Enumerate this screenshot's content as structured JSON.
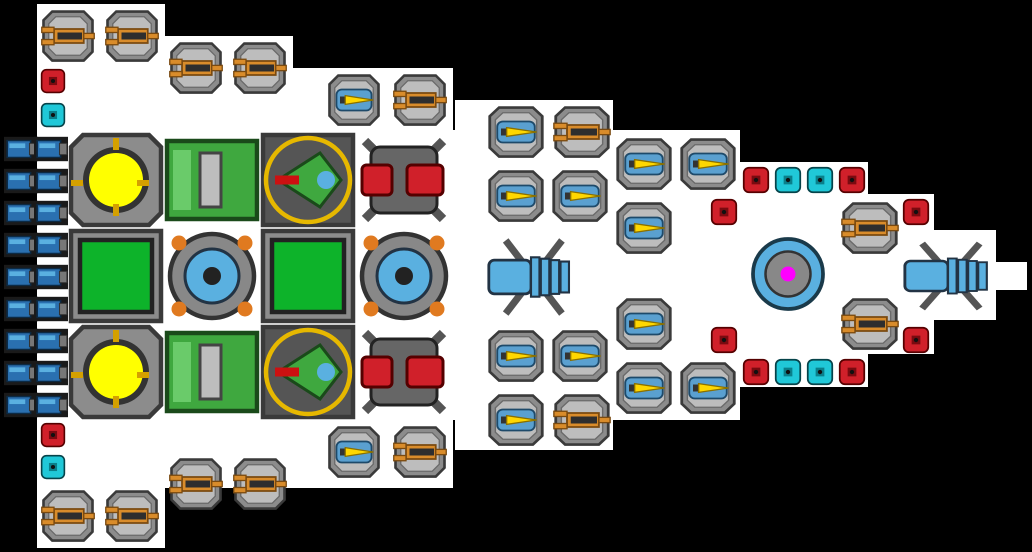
{
  "palette": {
    "background": "#000000",
    "hull": "#ffffff",
    "frame_dark": "#3a3a3a",
    "metal": "#8c8c8c",
    "metal_light": "#bdbdbd",
    "gun_orange": "#d98c2b",
    "missile_blue": "#5aa0d0",
    "missile_yellow": "#ffd700",
    "armor_red": "#d0202a",
    "shield_cyan": "#20c8d8",
    "reactor_yellow": "#ffff00",
    "storage_green": "#0db32a",
    "engine_green": "#3fa83f",
    "thruster_blue": "#5ab0e0",
    "core_magenta": "#ff00ff"
  },
  "ship": {
    "parts": [
      "orange-gun",
      "blue-missile-launcher",
      "red-armor-block",
      "cyan-shield-block",
      "blue-engine-thruster",
      "yellow-reactor",
      "green-cargo-bay",
      "green-fuel-tank",
      "green-fighter-bay",
      "red-heavy-cannon",
      "blue-gyroscope",
      "blue-plasma-thruster",
      "magenta-core"
    ]
  }
}
